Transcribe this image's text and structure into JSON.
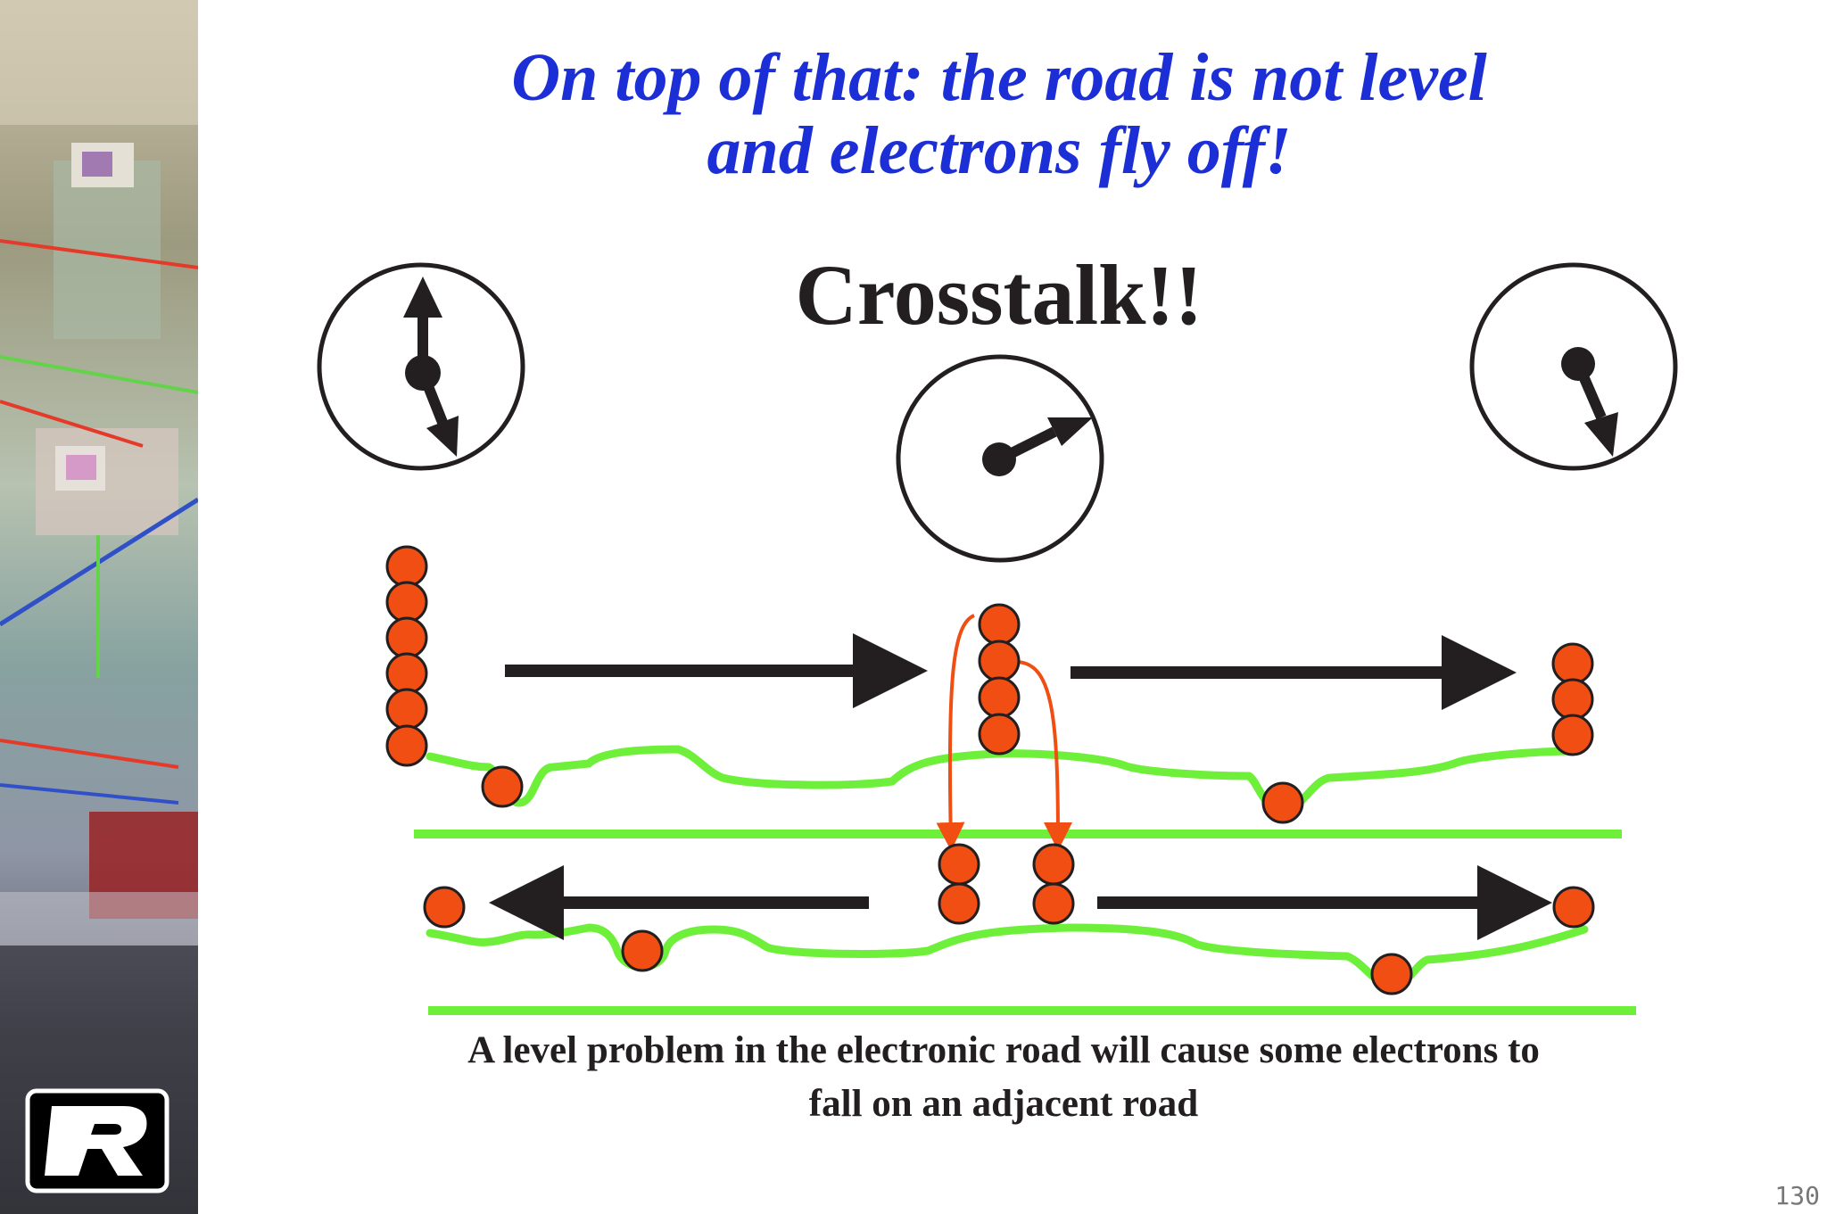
{
  "slide": {
    "title_lines": [
      "On top of that: the road is not level",
      "and electrons fly off!"
    ],
    "heading": "Crosstalk!!",
    "caption_lines": [
      "A level problem in the electronic road will cause some electrons  to",
      "fall on an adjacent road"
    ],
    "page_number": "130"
  },
  "colors": {
    "title": "#1c2fd6",
    "text": "#231f20",
    "electron": "#f04e13",
    "road": "#6ef03a",
    "arrow": "#231f20",
    "crosstalk_arrow": "#f04e13"
  },
  "icons": {
    "clock": "clock-icon",
    "electron": "electron-icon",
    "logo": "r-logo-icon"
  }
}
